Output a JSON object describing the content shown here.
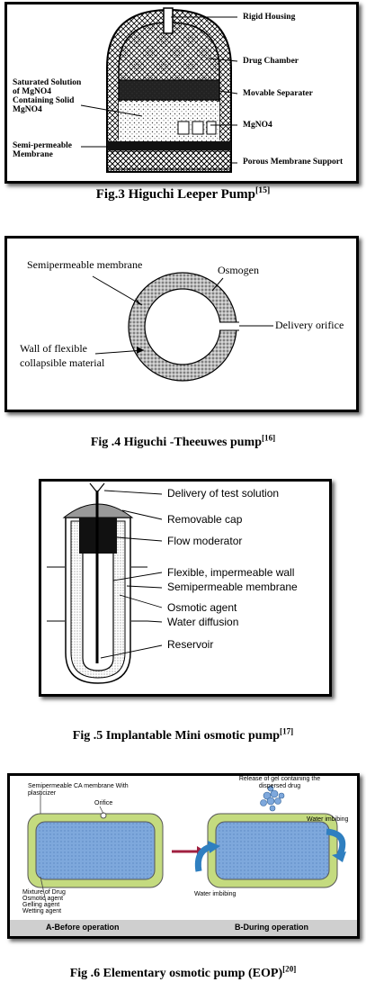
{
  "figures": [
    {
      "caption_text": "Fig.3 Higuchi Leeper Pump",
      "caption_ref": "[15]",
      "labels": {
        "rigid_housing": "Rigid Housing",
        "drug_chamber": "Drug Chamber",
        "movable_separater": "Movable Separater",
        "mgso4": "MgNO4",
        "porous_membrane_support": "Porous Membrane Support",
        "saturated_solution": "Saturated Solution of MgNO4 Containing Solid MgNO4",
        "semi_permeable_membrane": "Semi-permeable Membrane"
      }
    },
    {
      "caption_text": "Fig .4  Higuchi -Theeuwes pump",
      "caption_ref": "[16]",
      "labels": {
        "semipermeable_membrane": "Semipermeable membrane",
        "osmogen": "Osmogen",
        "delivery_orifice": "Delivery orifice",
        "wall": "Wall of flexible collapsible material"
      }
    },
    {
      "caption_text": "Fig .5 Implantable Mini osmotic pump",
      "caption_ref": "[17]",
      "labels": {
        "delivery": "Delivery of test solution",
        "cap": "Removable cap",
        "flow_moderator": "Flow moderator",
        "flexible_wall": "Flexible, impermeable wall",
        "semipermeable_membrane": "Semipermeable membrane",
        "osmotic_agent": "Osmotic agent",
        "water_diffusion": "Water diffusion",
        "reservoir": "Reservoir"
      }
    },
    {
      "caption_text": "Fig .6  Elementary osmotic pump (EOP)",
      "caption_ref": "[20]",
      "labels": {
        "ca_membrane": "Semipermeable CA membrane With plasticizer",
        "orifice": "Orifice",
        "release": "Release of gel containing the dispersed drug",
        "water_imbibing_right": "Water imbibing",
        "water_imbibing_left": "Water imbibing",
        "mixture": "Mixture of Drug Osmotic agent Gelling agent Wetting agent",
        "before": "A-Before operation",
        "during": "B-During operation"
      }
    }
  ],
  "colors": {
    "outer_coat": "#c4db7f",
    "core": "#7ea8dc",
    "arrow_blue": "#2f7fc0",
    "arrow_red": "#a02040"
  }
}
